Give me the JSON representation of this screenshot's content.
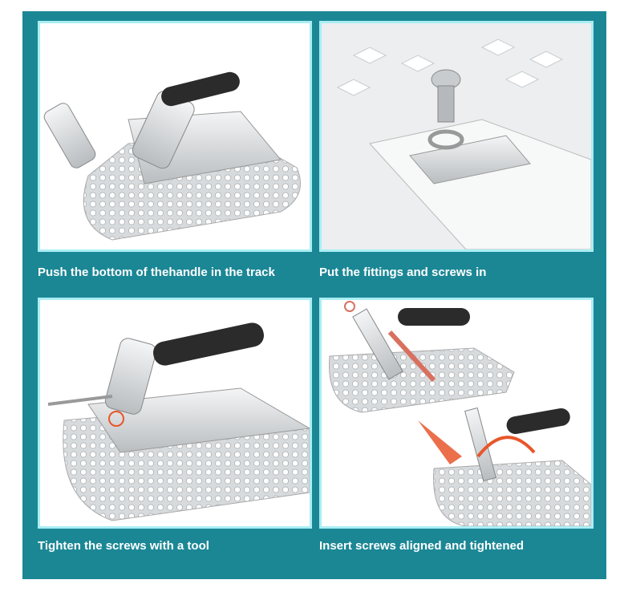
{
  "steps": [
    {
      "caption": "Push the bottom of thehandle in the track"
    },
    {
      "caption": "Put the fittings and screws in"
    },
    {
      "caption": "Tighten the screws with a tool"
    },
    {
      "caption": "Insert screws aligned and tightened"
    }
  ],
  "colors": {
    "background": "#1b8795",
    "panel_border": "#a9eef4",
    "caption": "#ffffff",
    "arrow": "#e8562a"
  }
}
